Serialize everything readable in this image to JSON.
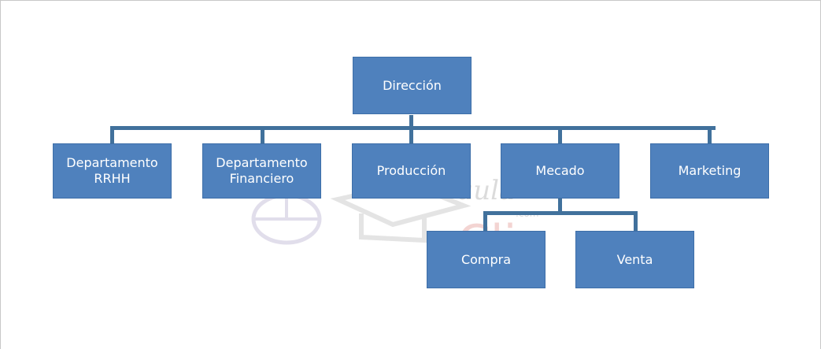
{
  "diagram": {
    "root": {
      "label": "Dirección"
    },
    "level1": [
      {
        "label": "Departamento\nRRHH"
      },
      {
        "label": "Departamento\nFinanciero"
      },
      {
        "label": "Producción"
      },
      {
        "label": "Mecado"
      },
      {
        "label": "Marketing"
      }
    ],
    "level2": [
      {
        "label": "Compra"
      },
      {
        "label": "Venta"
      }
    ]
  },
  "watermark": {
    "brand": "aula",
    "brand_sub": "Clic",
    "domain": ".com"
  },
  "colors": {
    "node_fill": "#4f81bd",
    "node_border": "#3d6ea8",
    "connector": "#41719c",
    "text": "#ffffff"
  }
}
